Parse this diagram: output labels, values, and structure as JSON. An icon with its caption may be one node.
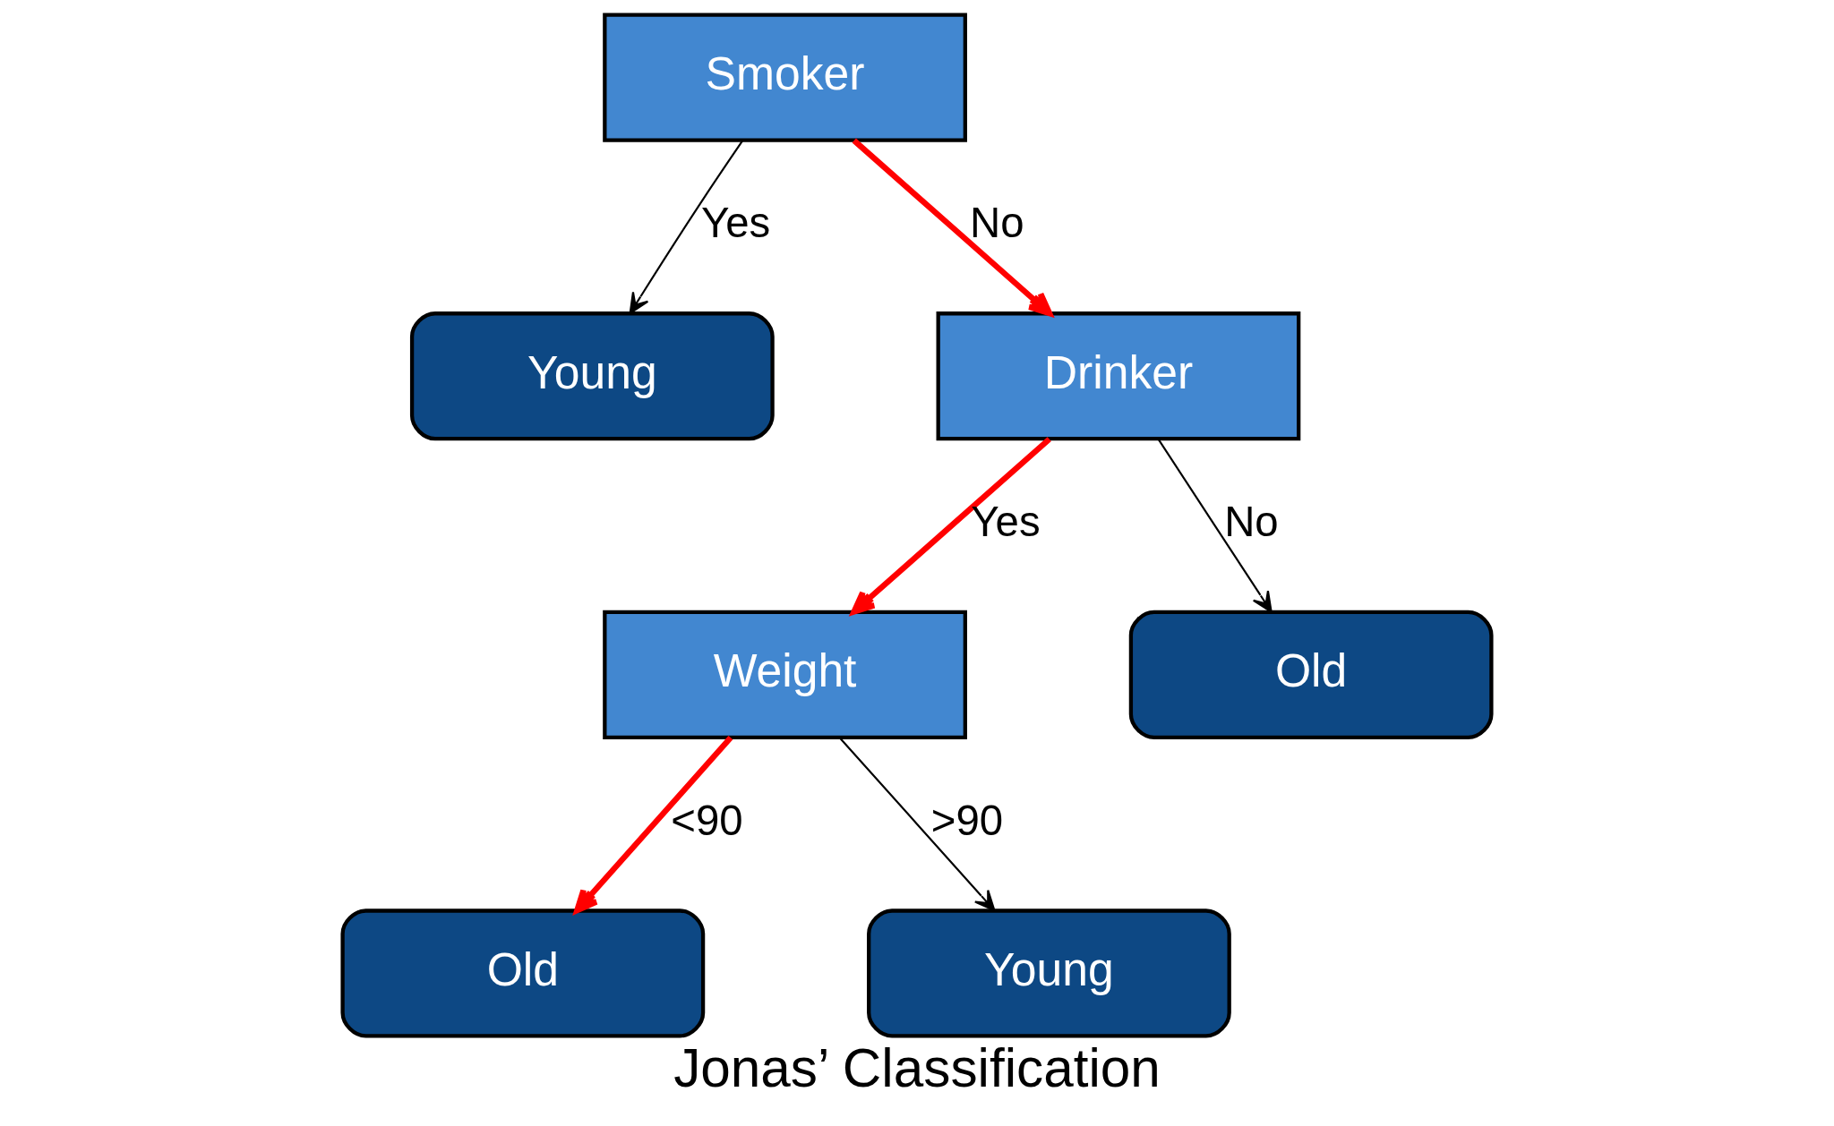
{
  "diagram": {
    "caption": "Jonas’ Classification",
    "nodes": [
      {
        "text": [
          "Smoker"
        ]
      },
      {
        "text": [
          "Young"
        ]
      },
      {
        "text": [
          "Drinker"
        ]
      },
      {
        "text": [
          "Weight"
        ]
      },
      {
        "text": [
          "Old"
        ]
      },
      {
        "text": [
          "Old"
        ]
      },
      {
        "text": [
          "Young"
        ]
      }
    ],
    "edges": [
      {
        "from": 0,
        "to": 1,
        "arrow": "to",
        "label": "Yes"
      },
      {
        "from": 0,
        "to": 2,
        "arrow": "to",
        "label": "No",
        "color": "#ff0000",
        "style": "thick"
      },
      {
        "from": 2,
        "to": 3,
        "arrow": "to",
        "label": "Yes",
        "color": "#ff0000",
        "style": "thick"
      },
      {
        "from": 2,
        "to": 4,
        "arrow": "to",
        "label": "No"
      },
      {
        "from": 3,
        "to": 5,
        "arrow": "to",
        "label": "<90",
        "color": "#ff0000",
        "style": "thick"
      },
      {
        "from": 3,
        "to": 6,
        "arrow": "to",
        "label": ">90"
      }
    ]
  }
}
